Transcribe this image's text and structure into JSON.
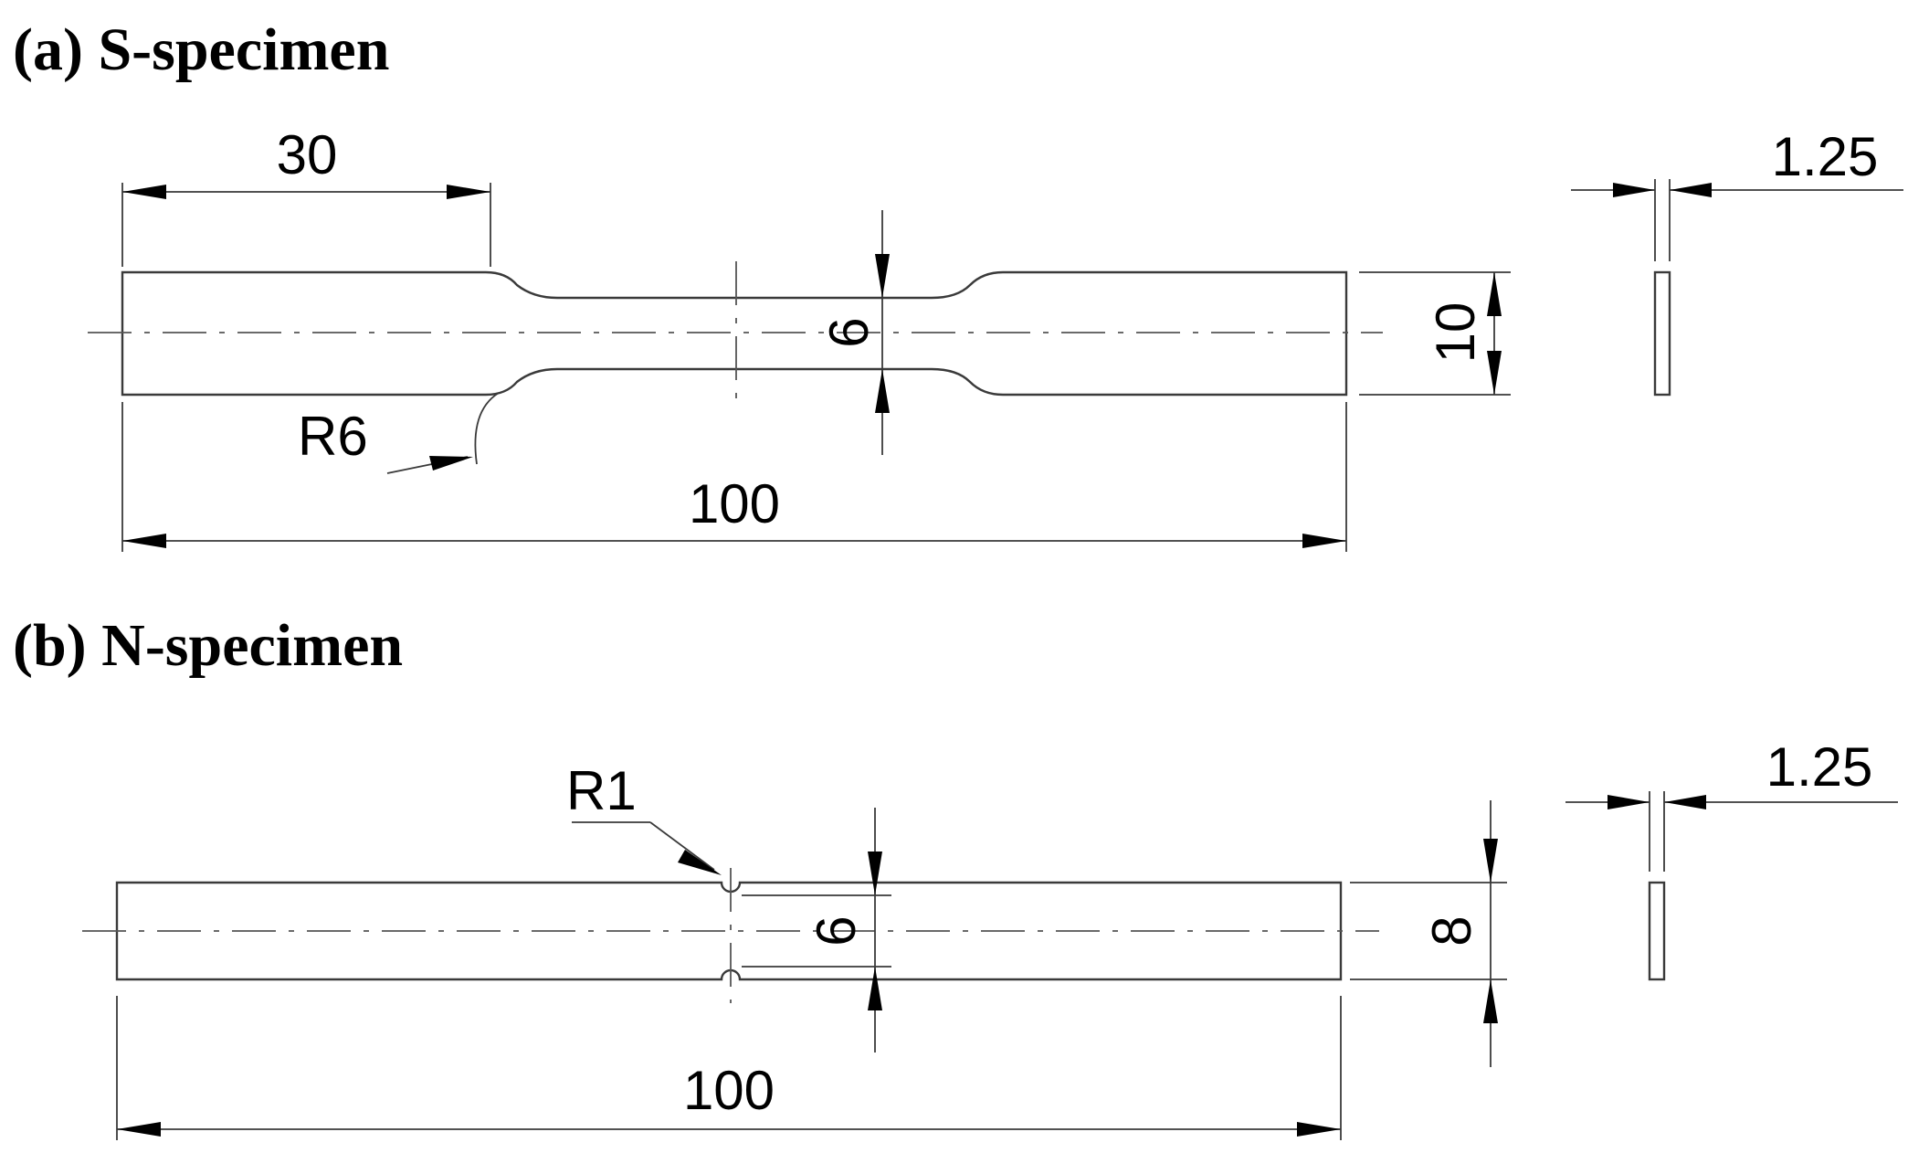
{
  "panels": [
    {
      "title": "(a) S-specimen",
      "dimensions": {
        "grip_length": "30",
        "overall_length": "100",
        "gauge_width": "6",
        "grip_width": "10",
        "fillet_radius": "R6",
        "thickness": "1.25"
      }
    },
    {
      "title": "(b) N-specimen",
      "dimensions": {
        "notch_radius": "R1",
        "net_width": "6",
        "width": "8",
        "overall_length": "100",
        "thickness": "1.25"
      }
    }
  ],
  "colors": {
    "line": "#3a3a3a",
    "text": "#000000",
    "background": "#ffffff"
  }
}
